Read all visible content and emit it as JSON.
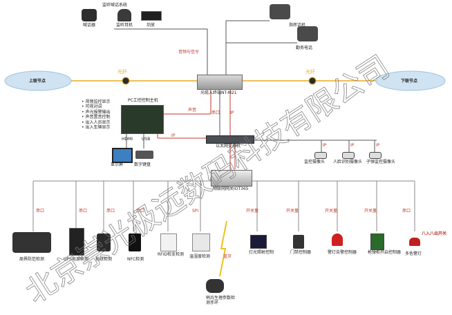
{
  "top_group": {
    "title": "监听喊话系统",
    "devices": [
      "喊话器",
      "监听耳机",
      "功放"
    ]
  },
  "phones": [
    "指挥话机",
    "勤务电话"
  ],
  "link_labels": {
    "audio_signal": "音频与信令",
    "fiber_left": "光纤",
    "fiber_right": "光纤",
    "sound": "声音",
    "serial1": "串口",
    "ip1": "IP",
    "ip2": "IP",
    "hdmi": "HDMI",
    "usb": "USB",
    "ip_cam1": "IP",
    "ip_cam2": "IP",
    "ip_cam3": "IP",
    "bluetooth": "蓝牙"
  },
  "nodes": {
    "up": "上联节点",
    "down": "下联节点",
    "optical_terminal": "光缆入终端NT-M21",
    "switch": "以太网交换机",
    "iot_gateway": "物联网网关IOT365",
    "pc_host": "PC工控控制主机",
    "display": "显示屏",
    "keyboard": "数字键盘"
  },
  "pc_functions": [
    "视频监控显示",
    "可视对讲",
    "声光报警输出",
    "声音置音控制",
    "出入人员显示",
    "出入车辆显示"
  ],
  "cameras": [
    "监控摄像头",
    "人脸识别摄像头",
    "子弹监控摄像头"
  ],
  "bottom_devices": [
    {
      "name": "周界防范检测",
      "port": "串口"
    },
    {
      "name": "UPS电源检测",
      "port": "串口"
    },
    {
      "name": "指纹检测",
      "port": "串口"
    },
    {
      "name": "NFC检测",
      "port": "串口"
    },
    {
      "name": "RFID检支检测",
      "port": ""
    },
    {
      "name": "温湿度检测",
      "port": "SPI"
    },
    {
      "name": "灯光照射控制",
      "port": "开关量"
    },
    {
      "name": "门禁控制器",
      "port": "开关量"
    },
    {
      "name": "警灯告警控制器",
      "port": "开关量"
    },
    {
      "name": "枪弹柜开启控制器",
      "port": "开关量"
    },
    {
      "name": "多色警灯",
      "port": "串口"
    }
  ],
  "wristband": "哨兵生理参数检测手环",
  "alarm_text": "八入八出开关",
  "watermark": "北京崇光极远数码科技有限公司"
}
